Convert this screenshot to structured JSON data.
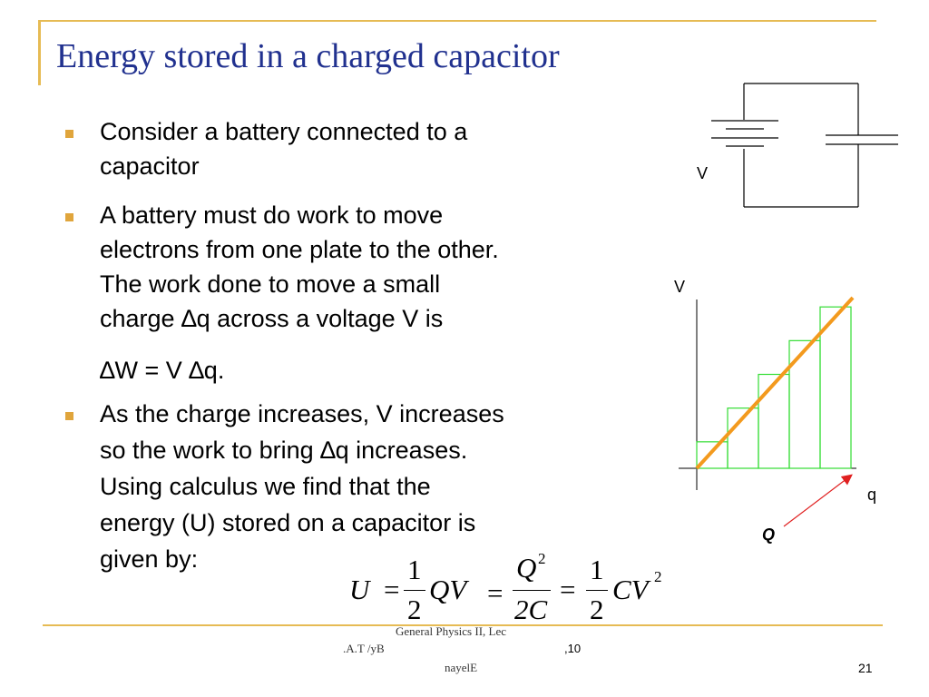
{
  "slide": {
    "title": "Energy stored in a charged capacitor",
    "bullets": [
      {
        "lines": [
          "Consider a battery connected to a",
          "capacitor"
        ]
      },
      {
        "lines": [
          "A battery must do work to move",
          "electrons from one plate to the other.",
          "The work done to move a small",
          "charge ∆q across a voltage V is"
        ],
        "equation": "∆W = V ∆q."
      },
      {
        "lines": [
          "As the charge increases, V increases",
          "so the work to bring  ∆q increases.",
          "Using calculus we find that the",
          "energy (U) stored on a capacitor is",
          "given by:"
        ]
      }
    ],
    "formula": {
      "U": "U",
      "eq1": "=",
      "num1": "1",
      "den1": "2",
      "QV": "QV",
      "eq2": "=",
      "Q": "Q",
      "sq1": "2",
      "den2": "2C",
      "eq3": "=",
      "num3": "1",
      "den3": "2",
      "CV": "CV",
      "sq2": "2"
    }
  },
  "circuit": {
    "label_v": "V"
  },
  "graph": {
    "y_axis_label": "V",
    "x_axis_label": "q",
    "annotation": "Q",
    "colors": {
      "line": "#f39a1e",
      "steps": "#33dd33",
      "arrow": "#e02020"
    }
  },
  "footer": {
    "line1": "General Physics II, Lec",
    "line2_left": ".A.T /yB",
    "line2_right": ",10",
    "line3": "nayelE",
    "page_number": "21"
  }
}
